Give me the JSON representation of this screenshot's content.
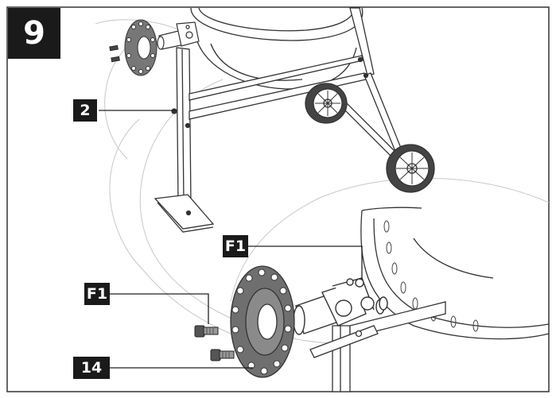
{
  "diagram": {
    "step_number": "9",
    "callouts": {
      "frame_leg": "2",
      "fastener_top": "F1",
      "fastener_left": "F1",
      "flange_plate": "14"
    }
  },
  "colors": {
    "ink": "#1a1a1a",
    "line": "#333333",
    "light_line": "#bfbfbf",
    "flange_fill": "#6f6f6f",
    "badge_bg": "#1a1a1a"
  }
}
